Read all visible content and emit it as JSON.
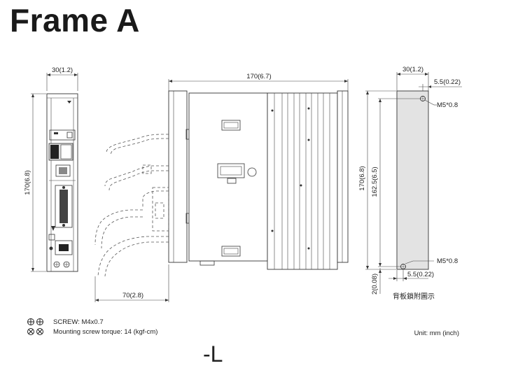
{
  "title": "Frame A",
  "front_view": {
    "width_label": "30(1.2)",
    "height_label": "170(6.8)"
  },
  "side_view": {
    "width_label": "170(6.7)",
    "cable_depth_label": "70(2.8)"
  },
  "back_view": {
    "width_label": "30(1.2)",
    "hole_offset_label": "5.5(0.22)",
    "height_label": "170(6.8)",
    "hole_pitch_label": "162.5(6.5)",
    "top_hole_label": "M5*0.8",
    "bottom_hole_label": "M5*0.8",
    "bottom_offset_label": "5.5(0.22)",
    "bottom_margin_label": "2(0.08)",
    "caption": "背板鎖附圖示"
  },
  "notes": {
    "screw_label": "SCREW: M4x0.7",
    "torque_label": "Mounting screw torque: 14 (kgf-cm)",
    "unit_label": "Unit: mm (inch)"
  },
  "suffix": "-L"
}
